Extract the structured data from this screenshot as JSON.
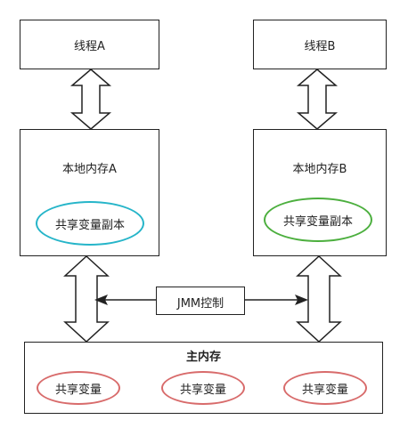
{
  "thread_a": {
    "label": "线程A"
  },
  "thread_b": {
    "label": "线程B"
  },
  "local_a": {
    "title": "本地内存A",
    "copy": "共享变量副本",
    "copy_color": "#26b5c9"
  },
  "local_b": {
    "title": "本地内存B",
    "copy": "共享变量副本",
    "copy_color": "#4caf3e"
  },
  "jmm": {
    "label": "JMM控制"
  },
  "main_memory": {
    "title": "主内存",
    "vars": [
      "共享变量",
      "共享变量",
      "共享变量"
    ],
    "var_color": "#d86b6b"
  }
}
